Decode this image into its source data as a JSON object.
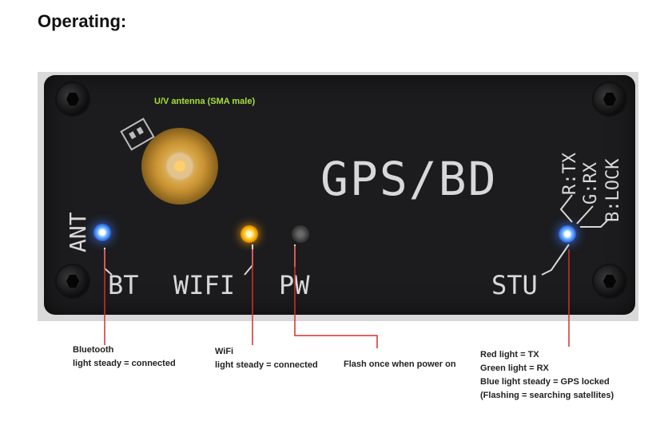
{
  "heading": "Operating:",
  "board": {
    "antenna_label": "U/V antenna (SMA male)",
    "title": "GPS/BD",
    "ant": "ANT",
    "bt": "BT",
    "wifi": "WIFI",
    "pw": "PW",
    "stu": "STU",
    "r_tx": "R:TX",
    "g_rx": "G:RX",
    "b_lock": "B:LOCK"
  },
  "callouts": {
    "bluetooth": {
      "title": "Bluetooth",
      "desc": "light steady = connected"
    },
    "wifi": {
      "title": "WiFi",
      "desc": "light steady = connected"
    },
    "power": {
      "desc": "Flash once when power on"
    },
    "status": {
      "line1": "Red light = TX",
      "line2": "Green light = RX",
      "line3": "Blue light steady = GPS locked",
      "line4": "(Flashing = searching satellites)"
    }
  },
  "colors": {
    "leader_line": "#d0312d",
    "led_blue": "#3b7bff",
    "led_orange": "#ff9a00",
    "antenna_label": "#a8e03a"
  }
}
